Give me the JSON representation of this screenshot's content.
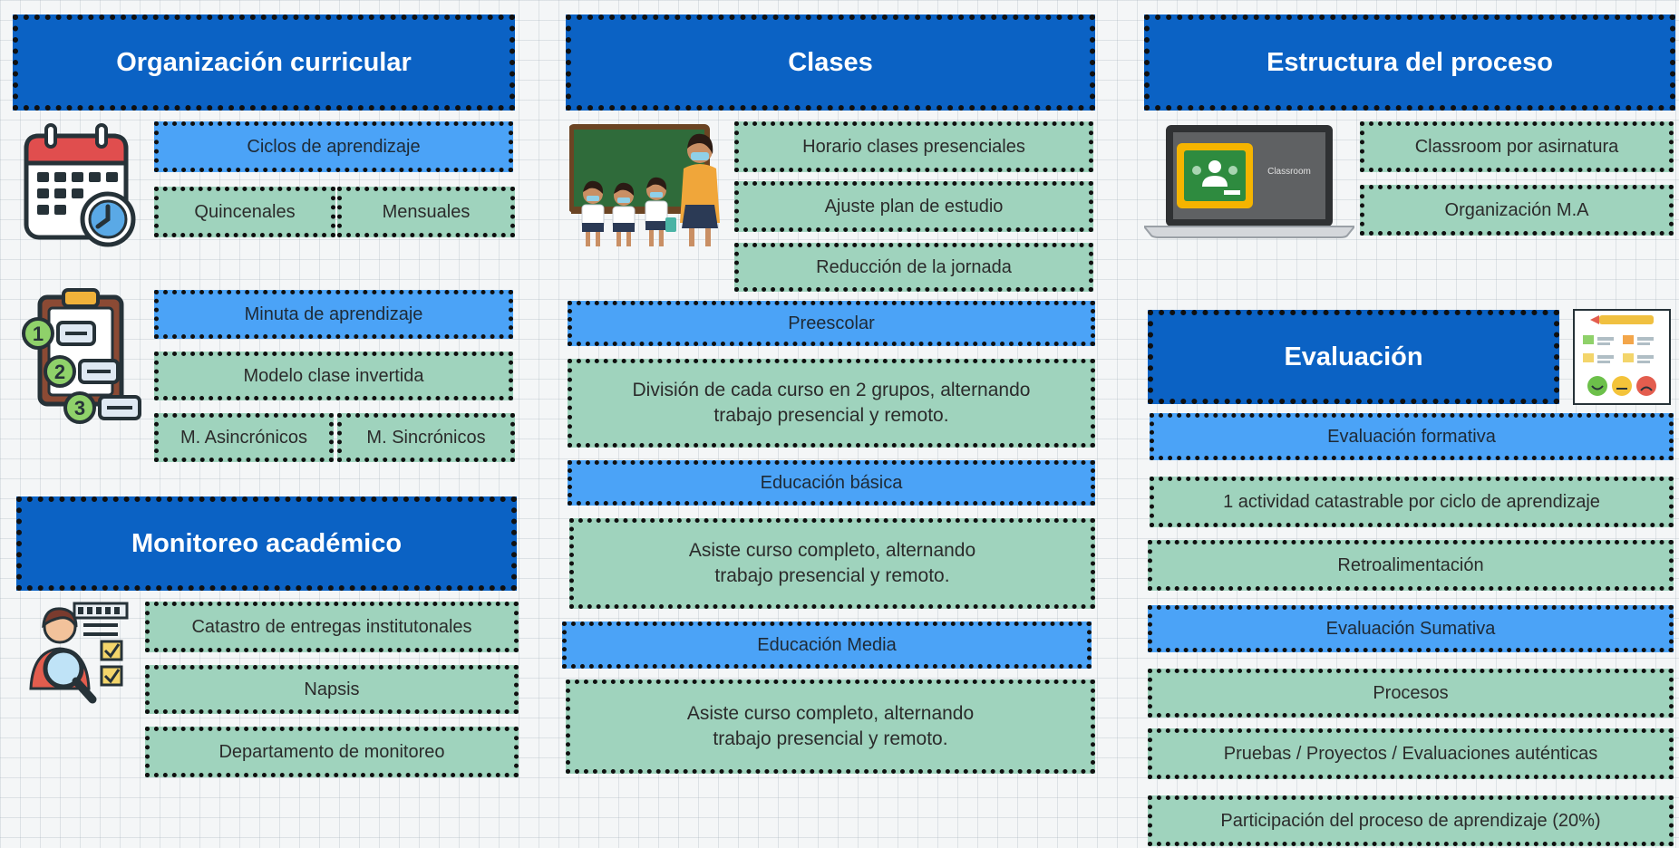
{
  "organizacion": {
    "title": "Organización curricular",
    "ciclos": "Ciclos de aprendizaje",
    "quincenales": "Quincenales",
    "mensuales": "Mensuales",
    "minuta": "Minuta de aprendizaje",
    "modelo": "Modelo clase invertida",
    "asincronicos": "M. Asincrónicos",
    "sincronicos": "M. Sincrónicos"
  },
  "monitoreo": {
    "title": "Monitoreo académico",
    "catastro": "Catastro de entregas institutonales",
    "napsis": "Napsis",
    "departamento": "Departamento de monitoreo"
  },
  "clases": {
    "title": "Clases",
    "horario": "Horario clases presenciales",
    "ajuste": "Ajuste plan de estudio",
    "reduccion": "Reducción de la jornada",
    "preescolar": "Preescolar",
    "preescolar_desc": "División de cada curso en 2 grupos, alternando trabajo presencial y remoto.",
    "basica": "Educación básica",
    "basica_desc": "Asiste curso completo, alternando trabajo presencial y remoto.",
    "media": "Educación Media",
    "media_desc": "Asiste curso completo, alternando trabajo presencial y remoto."
  },
  "estructura": {
    "title": "Estructura del proceso",
    "classroom": "Classroom por asirnatura",
    "organizacion_ma": "Organización M.A",
    "screen_text": "Classroom"
  },
  "evaluacion": {
    "title": "Evaluación",
    "formativa": "Evaluación formativa",
    "actividad": "1 actividad catastrable por ciclo de aprendizaje",
    "retro": "Retroalimentación",
    "sumativa": "Evaluación Sumativa",
    "procesos": "Procesos",
    "pruebas": "Pruebas / Proyectos / Evaluaciones auténticas",
    "participacion": "Participación del proceso de aprendizaje (20%)"
  },
  "colors": {
    "title_bg": "#0b62c4",
    "subheader_bg": "#4ba3f7",
    "item_bg": "#9fd3bd",
    "border": "#101010"
  },
  "icons": [
    "calendar-clock-icon",
    "checklist-clipboard-icon",
    "analyst-magnifier-icon",
    "teacher-students-icon",
    "classroom-laptop-icon",
    "evaluation-sheet-icon"
  ]
}
